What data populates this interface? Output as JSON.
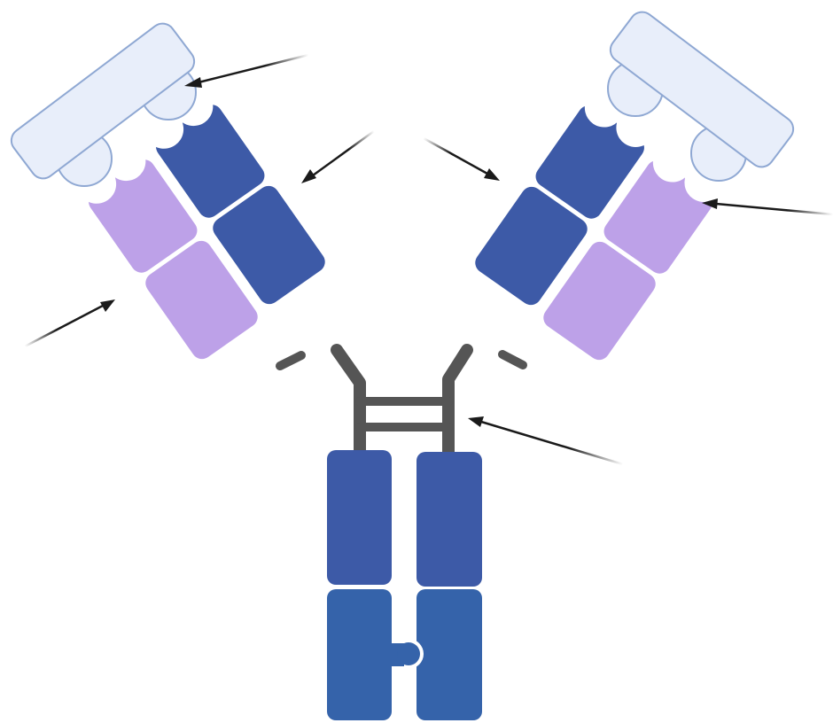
{
  "diagram": {
    "type": "antibody-structure",
    "colors": {
      "antigen_fill": "#e8eefa",
      "antigen_stroke": "#8fa8d3",
      "heavy_chain": "#3d5aa7",
      "fc_lower": "#3563aa",
      "light_chain": "#bda1e8",
      "hinge": "#555555",
      "arrow": "#1a1a1a"
    },
    "components": {
      "antigen_left": "antigen",
      "antigen_right": "antigen",
      "heavy_chain_left": "heavy-chain",
      "heavy_chain_right": "heavy-chain",
      "light_chain_left": "light-chain",
      "light_chain_right": "light-chain",
      "hinge_region": "hinge-disulfide-bonds",
      "fc_region": "fc-region"
    },
    "arrows": [
      {
        "name": "arrow-antigen-binding"
      },
      {
        "name": "arrow-variable-left"
      },
      {
        "name": "arrow-variable-right"
      },
      {
        "name": "arrow-light-chain-right"
      },
      {
        "name": "arrow-light-chain-left"
      },
      {
        "name": "arrow-hinge"
      }
    ]
  }
}
